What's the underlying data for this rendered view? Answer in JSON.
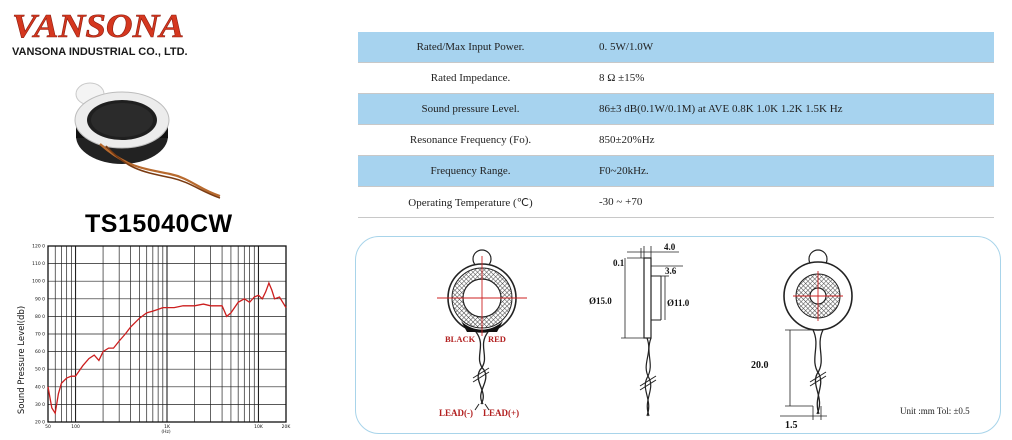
{
  "brand": {
    "logo_text": "VANSONA",
    "company": "VANSONA INDUSTRIAL CO., LTD.",
    "model": "TS15040CW"
  },
  "specs": [
    {
      "label": "Rated/Max Input Power.",
      "value": "0. 5W/1.0W"
    },
    {
      "label": "Rated Impedance.",
      "value": "8 Ω ±15%"
    },
    {
      "label": "Sound pressure Level.",
      "value": "86±3 dB(0.1W/0.1M) at  AVE 0.8K 1.0K 1.2K 1.5K  Hz"
    },
    {
      "label": "Resonance Frequency (Fo).",
      "value": "850±20%Hz"
    },
    {
      "label": "Frequency Range.",
      "value": "F0~20kHz."
    },
    {
      "label": "Operating Temperature (℃)",
      "value": "-30 ~ +70"
    }
  ],
  "drawing": {
    "front": {
      "wire_left": "BLACK",
      "wire_right": "RED",
      "lead_neg": "LEAD(-)",
      "lead_pos": "LEAD(+)"
    },
    "side": {
      "dim_total": "4.0",
      "dim_front": "0.1",
      "dim_body": "3.6",
      "dia_outer": "Ø15.0",
      "dia_inner": "Ø11.0"
    },
    "back": {
      "wire_len": "20.0",
      "tip_len": "1.5"
    },
    "unit_note": "Unit :mm  Tol: ±0.5"
  },
  "chart_data": {
    "type": "line",
    "ylabel": "Sound Pressure Level(db)",
    "xlabel": "(Hz)",
    "xscale": "log",
    "xlim": [
      50,
      20000
    ],
    "ylim": [
      20,
      120
    ],
    "yticks": [
      20,
      30,
      40,
      50,
      60,
      70,
      80,
      90,
      100,
      110,
      120
    ],
    "yticklabels": [
      "20 0",
      "30 0",
      "40 0",
      "50 0",
      "60 0",
      "70 0",
      "80 0",
      "90 0",
      "100 0",
      "110 0",
      "120 0"
    ],
    "xticks": [
      50,
      100,
      1000,
      10000,
      20000
    ],
    "xticklabels": [
      "50",
      "100",
      "1K",
      "10K",
      "20K"
    ],
    "grid": true,
    "series": [
      {
        "x": [
          50,
          55,
          60,
          65,
          70,
          80,
          90,
          100,
          120,
          140,
          160,
          180,
          200,
          230,
          260,
          300,
          350,
          400,
          500,
          600,
          700,
          800,
          900,
          1000,
          1200,
          1500,
          2000,
          2500,
          3000,
          3500,
          4000,
          4500,
          5000,
          6000,
          7000,
          8000,
          9000,
          10000,
          11000,
          12000,
          13000,
          14000,
          15000,
          17000,
          20000
        ],
        "y": [
          40,
          28,
          25,
          36,
          42,
          45,
          46,
          46,
          52,
          56,
          58,
          55,
          60,
          62,
          62,
          66,
          70,
          74,
          79,
          82,
          83,
          84,
          85,
          85,
          85,
          86,
          86,
          87,
          86,
          86,
          86,
          80,
          82,
          88,
          90,
          88,
          91,
          92,
          90,
          94,
          99,
          95,
          90,
          91,
          85
        ]
      }
    ]
  }
}
